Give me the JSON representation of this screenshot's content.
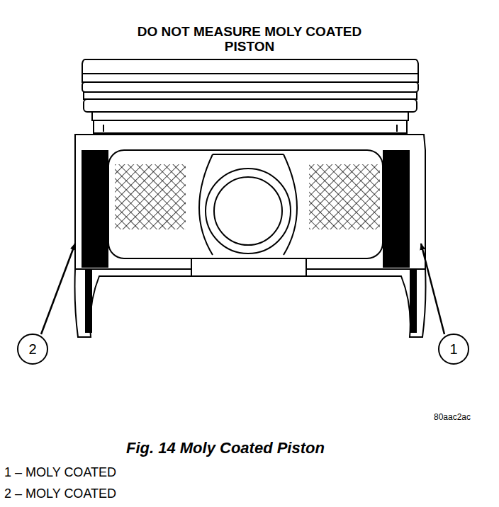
{
  "diagram": {
    "title": "DO NOT MEASURE MOLY COATED PISTON",
    "caption": "Fig. 14 Moly Coated Piston",
    "nodes": [
      {
        "text": [
          "2"
        ]
      },
      {
        "text": [
          "1"
        ]
      }
    ],
    "labels": [
      "80aac2ac",
      "1 – MOLY COATED",
      "2 – MOLY COATED"
    ]
  }
}
